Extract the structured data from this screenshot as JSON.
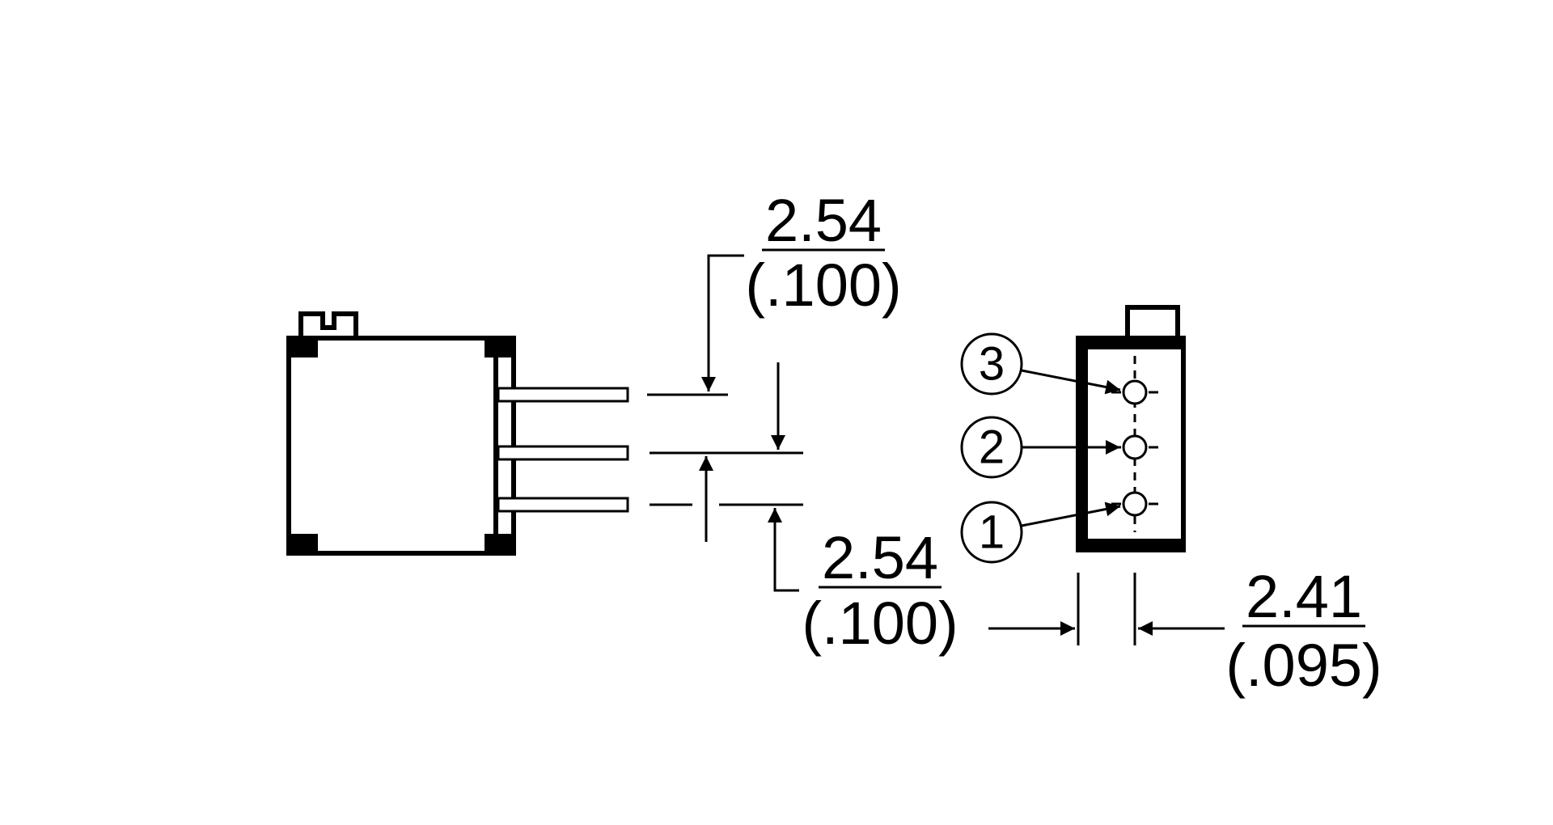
{
  "dimensions": {
    "pin_pitch_top": {
      "mm": "2.54",
      "inch": "(.100)"
    },
    "pin_pitch_bottom": {
      "mm": "2.54",
      "inch": "(.100)"
    },
    "body_offset": {
      "mm": "2.41",
      "inch": "(.095)"
    }
  },
  "pins": {
    "pin1": "1",
    "pin2": "2",
    "pin3": "3"
  }
}
